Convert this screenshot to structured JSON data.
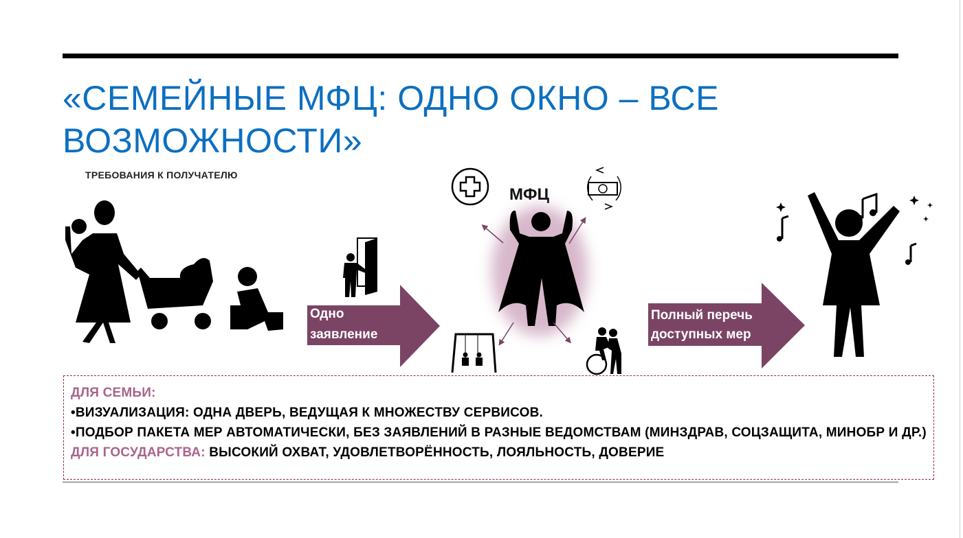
{
  "slide": {
    "title": "«СЕМЕЙНЫЕ МФЦ: ОДНО ОКНО – ВСЕ ВОЗМОЖНОСТИ»",
    "subtitle": "ТРЕБОВАНИЯ К ПОЛУЧАТЕЛЮ",
    "center_label": "МФЦ",
    "arrow_left": {
      "line1": "Одно",
      "line2": "заявление"
    },
    "arrow_right": {
      "line1": "Полный перечь",
      "line2": "доступных мер"
    },
    "icons": [
      "family-icon",
      "door-icon",
      "medical-cross-icon",
      "money-exchange-icon",
      "superhero-icon",
      "swing-icon",
      "wheelchair-care-icon",
      "happy-woman-icon"
    ],
    "colors": {
      "title": "#0d6fc0",
      "arrow": "#7b4465",
      "accent": "#a8648c",
      "border": "#8b2b3b"
    }
  },
  "box": {
    "family_label": "ДЛЯ СЕМЬИ:",
    "bullet1": "•ВИЗУАЛИЗАЦИЯ: ОДНА ДВЕРЬ, ВЕДУЩАЯ К МНОЖЕСТВУ СЕРВИСОВ.",
    "bullet2": "•ПОДБОР ПАКЕТА МЕР АВТОМАТИЧЕСКИ, БЕЗ ЗАЯВЛЕНИЙ В РАЗНЫЕ ВЕДОМСТВАМ (МИНЗДРАВ, СОЦЗАЩИТА, МИНОБР И ДР.)",
    "state_label": "ДЛЯ ГОСУДАРСТВА:",
    "state_text": " ВЫСОКИЙ ОХВАТ, УДОВЛЕТВОРЁННОСТЬ, ЛОЯЛЬНОСТЬ, ДОВЕРИЕ"
  }
}
